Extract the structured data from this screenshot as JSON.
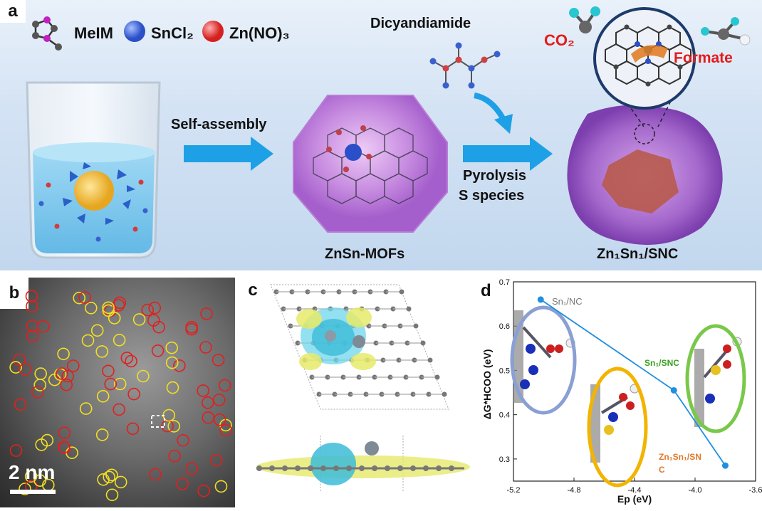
{
  "panel_a": {
    "label": "a",
    "legend": [
      {
        "text": "MeIM",
        "icon": "meim-molecule-icon"
      },
      {
        "text": "SnCl₂",
        "color": "#3a5fd0"
      },
      {
        "text": "Zn(NO)₃",
        "color": "#e03030"
      }
    ],
    "step1_label": "Self-assembly",
    "precursor_label": "Dicyandiamide",
    "step2_line1": "Pyrolysis",
    "step2_line2": "S species",
    "product1_label": "ZnSn-MOFs",
    "product2_label": "Zn₁Sn₁/SNC",
    "reactant_label": "CO₂",
    "formate_label": "Formate",
    "arrow_color": "#1ea0e6"
  },
  "panel_b": {
    "label": "b",
    "scale_label": "2 nm"
  },
  "panel_c": {
    "label": "c"
  },
  "panel_d": {
    "label": "d",
    "ylabel": "ΔG*HCOO (eV)",
    "xlabel": "Ep (eV)",
    "series_labels": [
      "Sn₁/NC",
      "Sn₁/SNC",
      "Zn₁Sn₁/SN",
      "C"
    ]
  },
  "chart_data": {
    "type": "line",
    "xlabel": "Ep (eV)",
    "ylabel": "ΔG*HCOO (eV)",
    "xlim": [
      -5.2,
      -3.6
    ],
    "ylim": [
      0.25,
      0.7
    ],
    "xticks": [
      "-5.2",
      "-4.8",
      "-4.4",
      "-4.0",
      "-3.6"
    ],
    "yticks": [
      "0.3",
      "0.4",
      "0.5",
      "0.6",
      "0.7"
    ],
    "x": [
      -5.02,
      -4.14,
      -3.8
    ],
    "y": [
      0.66,
      0.455,
      0.285
    ],
    "point_labels": [
      "Sn₁/NC",
      "Sn₁/SNC",
      "Zn₁Sn₁/SNC"
    ],
    "line_color": "#1f8fe0"
  }
}
